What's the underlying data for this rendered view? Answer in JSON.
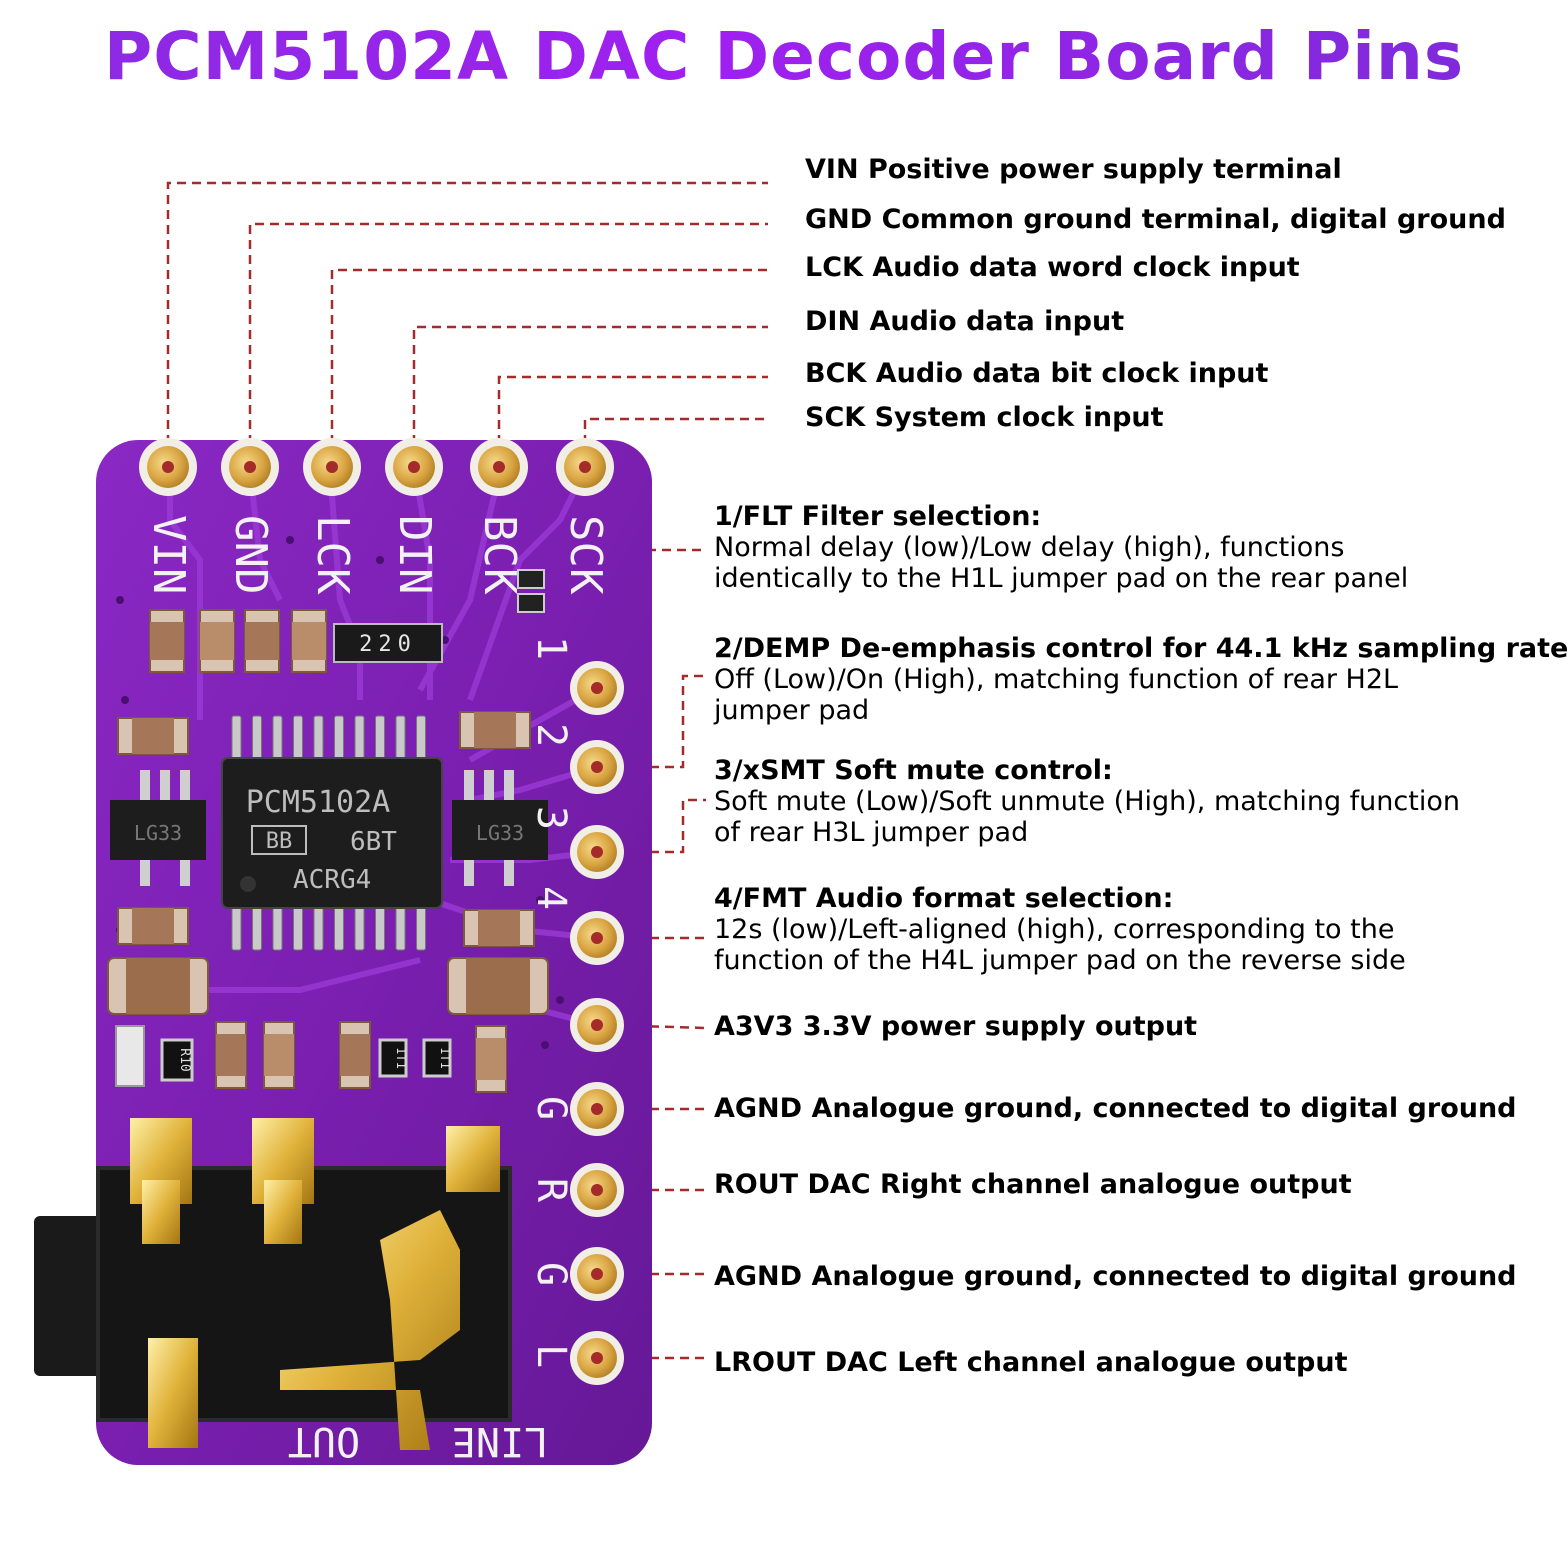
{
  "title": "PCM5102A DAC Decoder Board Pins",
  "colors": {
    "title": "#8b1ee8",
    "board": "#7a1fb0",
    "leader": "#a52a2a",
    "pad": "#d9a441"
  },
  "top_pins": [
    {
      "name": "VIN",
      "desc": "Positive power supply terminal"
    },
    {
      "name": "GND",
      "desc": "Common ground terminal, digital ground"
    },
    {
      "name": "LCK",
      "desc": "Audio data word clock input"
    },
    {
      "name": "DIN",
      "desc": "Audio data input"
    },
    {
      "name": "BCK",
      "desc": "Audio data bit clock input"
    },
    {
      "name": "SCK",
      "desc": "System clock input"
    }
  ],
  "side_pins": [
    {
      "heading": "1/FLT Filter selection:",
      "lines": [
        "Normal delay (low)/Low delay (high), functions",
        "identically to the H1L jumper pad on the rear panel"
      ]
    },
    {
      "heading": "2/DEMP De-emphasis control for 44.1 kHz sampling rate",
      "lines": [
        "Off (Low)/On (High), matching function of rear H2L",
        "jumper pad"
      ]
    },
    {
      "heading": "3/xSMT Soft mute control:",
      "lines": [
        "Soft mute (Low)/Soft unmute (High), matching function",
        "of rear H3L jumper pad"
      ]
    },
    {
      "heading": "4/FMT Audio format selection:",
      "lines": [
        "12s (low)/Left-aligned (high), corresponding to the",
        "function of the H4L jumper pad on the reverse side"
      ]
    },
    {
      "heading": "A3V3 3.3V power supply output",
      "lines": []
    },
    {
      "heading": "AGND Analogue ground, connected to digital ground",
      "lines": []
    },
    {
      "heading": "ROUT DAC Right channel analogue output",
      "lines": []
    },
    {
      "heading": "AGND Analogue ground, connected to digital ground",
      "lines": []
    },
    {
      "heading": "LROUT DAC Left channel analogue output",
      "lines": []
    }
  ],
  "board": {
    "silk_top": [
      "VIN",
      "GND",
      "LCK",
      "DIN",
      "BCK",
      "SCK"
    ],
    "silk_side": [
      "1",
      "2",
      "3",
      "4",
      "G",
      "R",
      "G",
      "L"
    ],
    "silk_bottom_left": "OUT",
    "silk_bottom_right": "LINE",
    "chip_lines": [
      "PCM5102A",
      "BB",
      "6BT",
      "ACRG4"
    ],
    "regulator_label": "LG33",
    "resistor_array": "220",
    "small_resistors": [
      "R10",
      "1T1",
      "1T1"
    ]
  }
}
